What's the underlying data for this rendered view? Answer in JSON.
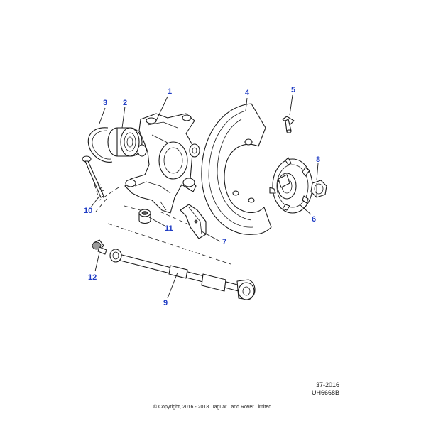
{
  "diagram": {
    "callouts": [
      "1",
      "2",
      "3",
      "4",
      "5",
      "6",
      "7",
      "8",
      "9",
      "10",
      "11",
      "12"
    ],
    "reference_code": "37-2016",
    "image_code": "UH6668B",
    "copyright": "© Copyright, 2016 - 2018. Jaguar Land Rover Limited.",
    "callout_color": "#1f3cc4",
    "line_color": "#1a1a1a"
  }
}
